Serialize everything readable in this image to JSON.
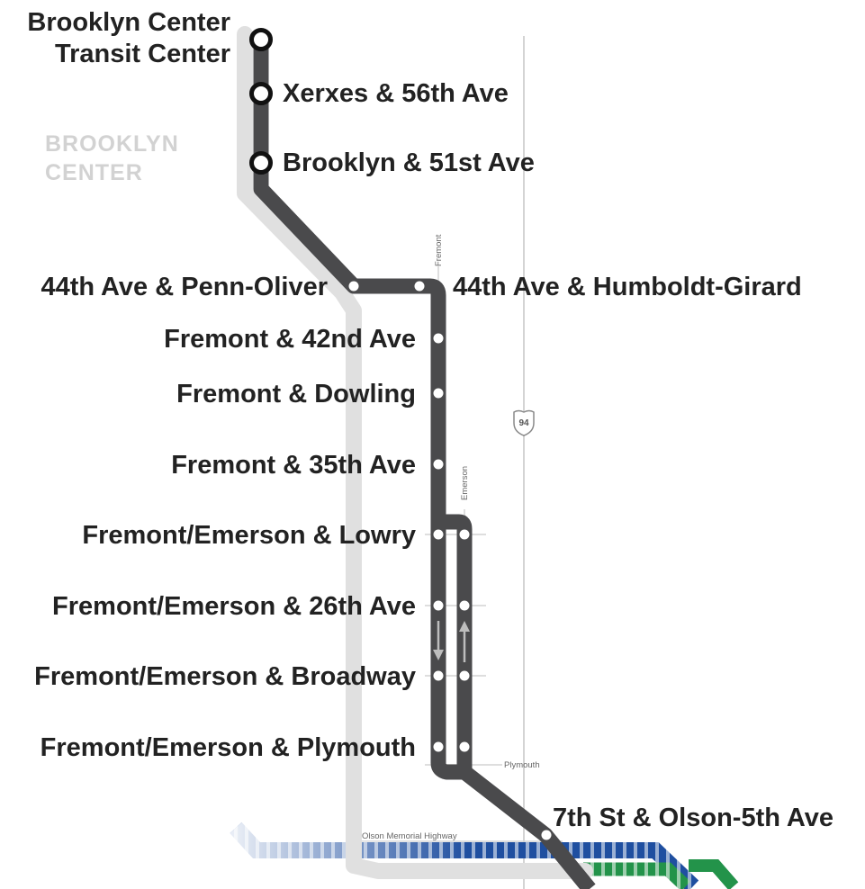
{
  "map": {
    "area_label_lines": [
      "BROOKLYN",
      "CENTER"
    ],
    "colors": {
      "route_line": "#4a4a4c",
      "route_casing": "#e0e0e0",
      "background": "#ffffff",
      "blue_line": "#1f4fa0",
      "green_line": "#23934a",
      "label_text": "#222222"
    },
    "stations": [
      {
        "name_lines": [
          "Brooklyn Center",
          "Transit Center"
        ],
        "type": "terminal"
      },
      {
        "name_lines": [
          "Xerxes & 56th Ave"
        ],
        "type": "major"
      },
      {
        "name_lines": [
          "Brooklyn & 51st Ave"
        ],
        "type": "major"
      },
      {
        "name_lines": [
          "44th Ave & Penn-Oliver"
        ],
        "type": "minor"
      },
      {
        "name_lines": [
          "44th Ave & Humboldt-Girard"
        ],
        "type": "minor"
      },
      {
        "name_lines": [
          "Fremont & 42nd Ave"
        ],
        "type": "minor"
      },
      {
        "name_lines": [
          "Fremont & Dowling"
        ],
        "type": "minor"
      },
      {
        "name_lines": [
          "Fremont & 35th Ave"
        ],
        "type": "minor"
      },
      {
        "name_lines": [
          "Fremont/Emerson & Lowry"
        ],
        "type": "minor-pair"
      },
      {
        "name_lines": [
          "Fremont/Emerson & 26th Ave"
        ],
        "type": "minor-pair"
      },
      {
        "name_lines": [
          "Fremont/Emerson & Broadway"
        ],
        "type": "minor-pair"
      },
      {
        "name_lines": [
          "Fremont/Emerson & Plymouth"
        ],
        "type": "minor-pair"
      },
      {
        "name_lines": [
          "7th St & Olson-5th Ave"
        ],
        "type": "minor"
      }
    ],
    "street_labels": {
      "fremont": "Fremont",
      "emerson": "Emerson",
      "plymouth": "Plymouth",
      "olson": "Olson Memorial Highway"
    },
    "interstate_shield": "94",
    "direction_arrows": [
      {
        "street": "Fremont",
        "direction": "southbound",
        "icon": "arrow-down-icon"
      },
      {
        "street": "Emerson",
        "direction": "northbound",
        "icon": "arrow-up-icon"
      }
    ]
  }
}
